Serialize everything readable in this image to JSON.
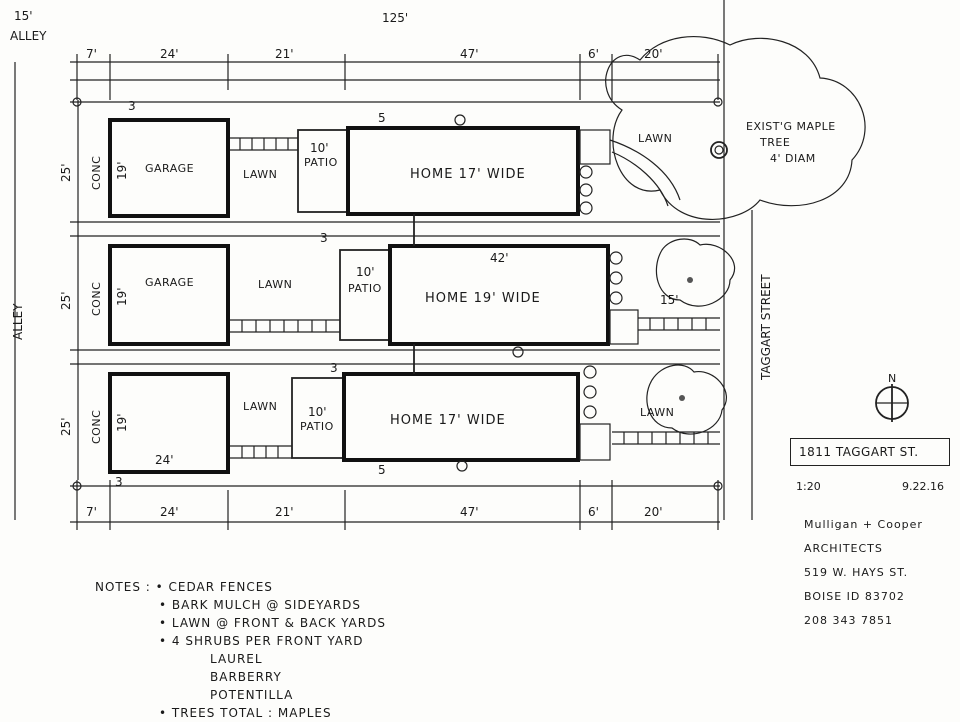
{
  "labels": {
    "alley_width": "15'",
    "alley_top": "ALLEY",
    "alley_side": "ALLEY",
    "total_width": "125'",
    "street": "TAGGART STREET",
    "lot_depth": "25'",
    "conc": "CONC",
    "garage_depth": "19'",
    "patio": "PATIO",
    "patio_depth": "10'",
    "lawn": "LAWN",
    "setback_small": "3",
    "side_yard_5": "5",
    "home_length": "42'",
    "front_yard_15": "15'",
    "tree": [
      "EXIST'G MAPLE",
      "TREE",
      "4' DIAM"
    ],
    "north": "N"
  },
  "dims_top": [
    "7'",
    "24'",
    "21'",
    "47'",
    "6'",
    "20'"
  ],
  "dims_bottom": [
    "7'",
    "24'",
    "21'",
    "47'",
    "6'",
    "20'"
  ],
  "units": [
    {
      "garage": "GARAGE",
      "home": "HOME 17' WIDE"
    },
    {
      "garage": "GARAGE",
      "home": "HOME 19' WIDE"
    },
    {
      "garage": "",
      "home": "HOME 17' WIDE",
      "garage_width": "24'"
    }
  ],
  "notes": {
    "heading": "NOTES :",
    "items": [
      "• CEDAR FENCES",
      "• BARK MULCH @ SIDEYARDS",
      "• LAWN @ FRONT & BACK YARDS",
      "• 4 SHRUBS PER FRONT YARD"
    ],
    "shrubs": [
      "LAUREL",
      "BARBERRY",
      "POTENTILLA"
    ],
    "trees": "• TREES TOTAL : MAPLES"
  },
  "title_block": {
    "address": "1811 TAGGART ST.",
    "scale": "1:20",
    "date": "9.22.16",
    "firm": "Mulligan + Cooper ARCHITECTS",
    "street_addr": "519 W. HAYS ST.",
    "city": "BOISE ID 83702",
    "phone": "208 343 7851"
  }
}
